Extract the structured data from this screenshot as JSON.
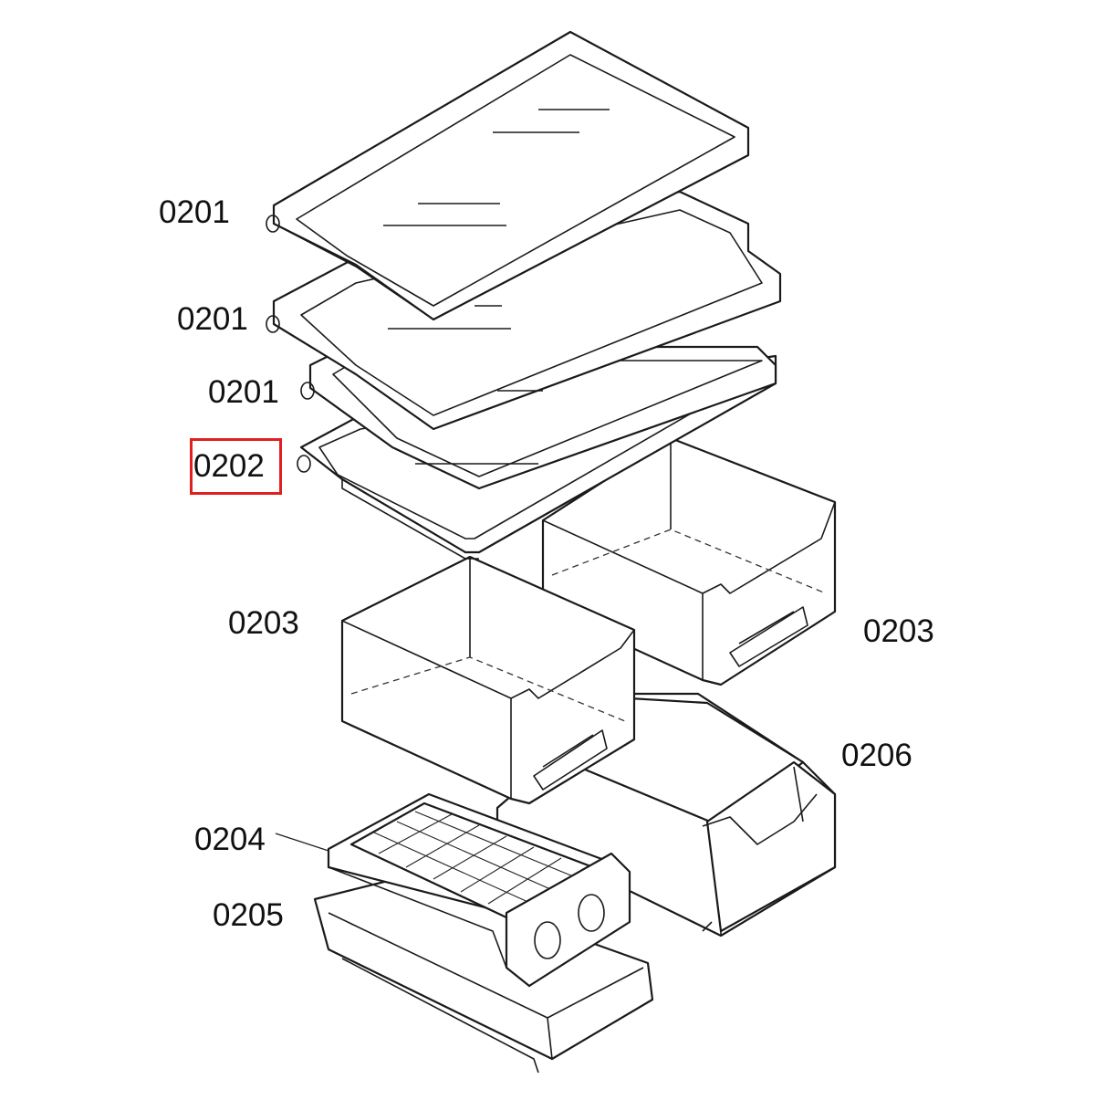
{
  "diagram": {
    "highlight_color": "#e02020",
    "line_color": "#1a1a1a",
    "labels": {
      "shelf_top": "0201",
      "shelf_middle": "0201",
      "shelf_lower": "0201",
      "shelf_frame": "0202",
      "drawer_left": "0203",
      "drawer_right": "0203",
      "ice_tray": "0204",
      "ice_tray_base": "0205",
      "bottom_drawer": "0206"
    },
    "highlighted_part": "0202"
  }
}
